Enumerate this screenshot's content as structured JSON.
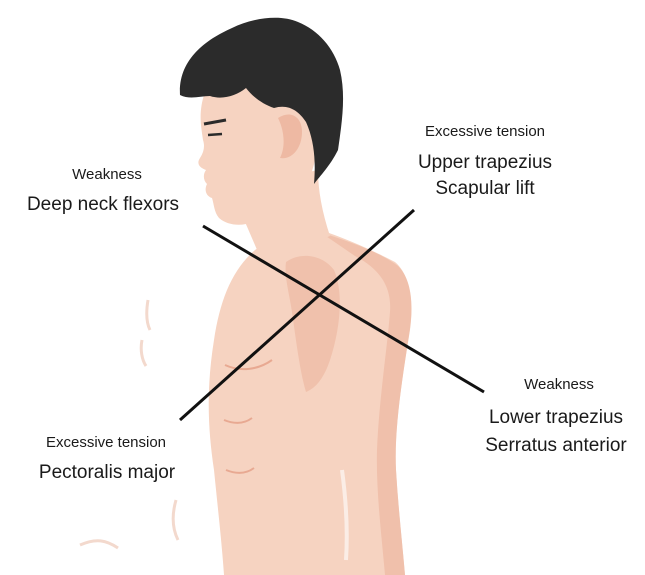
{
  "labels": {
    "top_left": {
      "heading": "Weakness",
      "muscle": "Deep neck flexors"
    },
    "top_right": {
      "heading": "Excessive tension",
      "muscles": [
        "Upper trapezius",
        "Scapular lift"
      ]
    },
    "bottom_left": {
      "heading": "Excessive tension",
      "muscle": "Pectoralis major"
    },
    "bottom_right": {
      "heading": "Weakness",
      "muscles": [
        "Lower trapezius",
        "Serratus anterior"
      ]
    }
  },
  "colors": {
    "skin": "#f6d3c1",
    "skin_shadow": "#eeb9a3",
    "hair": "#2b2b2b",
    "line": "#111111"
  }
}
